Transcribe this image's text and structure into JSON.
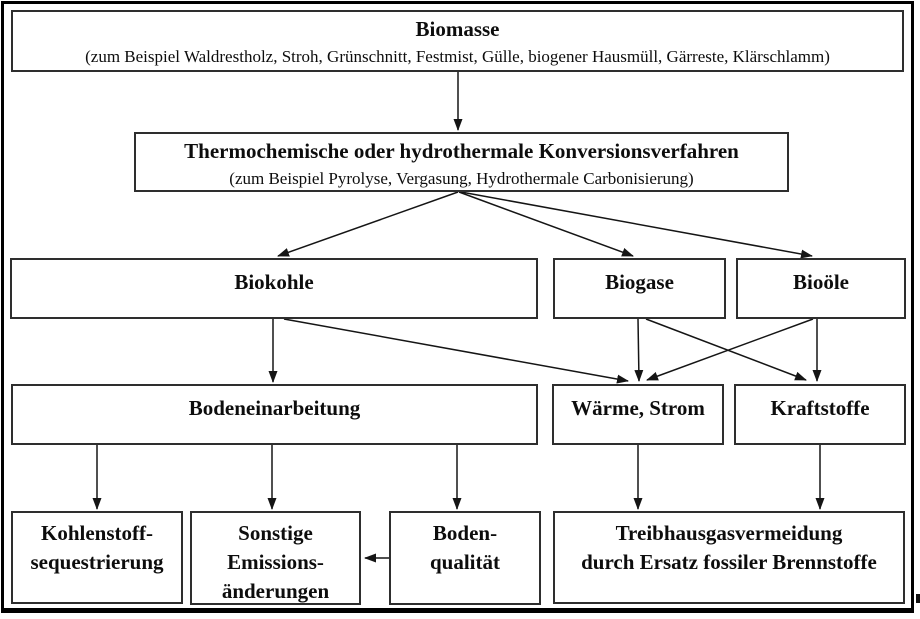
{
  "diagram": {
    "language": "de",
    "colors": {
      "frame": "#000000",
      "box_border": "#2e2e2e",
      "text": "#0d0d0d",
      "background": "#ffffff"
    },
    "nodes": {
      "biomasse": {
        "title": "Biomasse",
        "subtitle": "(zum Beispiel Waldrestholz, Stroh, Grünschnitt, Festmist, Gülle, biogener Hausmüll, Gärreste, Klärschlamm)"
      },
      "konversion": {
        "title": "Thermochemische oder hydrothermale Konversionsverfahren",
        "subtitle": "(zum Beispiel Pyrolyse, Vergasung, Hydrothermale Carbonisierung)"
      },
      "biokohle": {
        "label": "Biokohle"
      },
      "biogase": {
        "label": "Biogase"
      },
      "biooele": {
        "label": "Bioöle"
      },
      "bodeneinarbeitung": {
        "label": "Bodeneinarbeitung"
      },
      "waerme_strom": {
        "label": "Wärme, Strom"
      },
      "kraftstoffe": {
        "label": "Kraftstoffe"
      },
      "kohlenstoffsequestrierung": {
        "label": "Kohlenstoff-\nsequestrierung"
      },
      "sonstige_emissionsaenderungen": {
        "label": "Sonstige\nEmissions-\nänderungen"
      },
      "bodenqualitaet": {
        "label": "Boden-\nqualität"
      },
      "treibhausgasvermeidung": {
        "label": "Treibhausgasvermeidung\ndurch Ersatz fossiler Brennstoffe"
      }
    },
    "edges": [
      {
        "from": "biomasse",
        "to": "konversion"
      },
      {
        "from": "konversion",
        "to": "biokohle"
      },
      {
        "from": "konversion",
        "to": "biogase"
      },
      {
        "from": "konversion",
        "to": "biooele"
      },
      {
        "from": "biokohle",
        "to": "bodeneinarbeitung"
      },
      {
        "from": "biokohle",
        "to": "waerme_strom"
      },
      {
        "from": "biogase",
        "to": "waerme_strom"
      },
      {
        "from": "biogase",
        "to": "kraftstoffe"
      },
      {
        "from": "biooele",
        "to": "waerme_strom"
      },
      {
        "from": "biooele",
        "to": "kraftstoffe"
      },
      {
        "from": "bodeneinarbeitung",
        "to": "kohlenstoffsequestrierung"
      },
      {
        "from": "bodeneinarbeitung",
        "to": "sonstige_emissionsaenderungen"
      },
      {
        "from": "bodeneinarbeitung",
        "to": "bodenqualitaet"
      },
      {
        "from": "waerme_strom",
        "to": "treibhausgasvermeidung"
      },
      {
        "from": "kraftstoffe",
        "to": "treibhausgasvermeidung"
      },
      {
        "from": "bodenqualitaet",
        "to": "sonstige_emissionsaenderungen"
      }
    ]
  }
}
